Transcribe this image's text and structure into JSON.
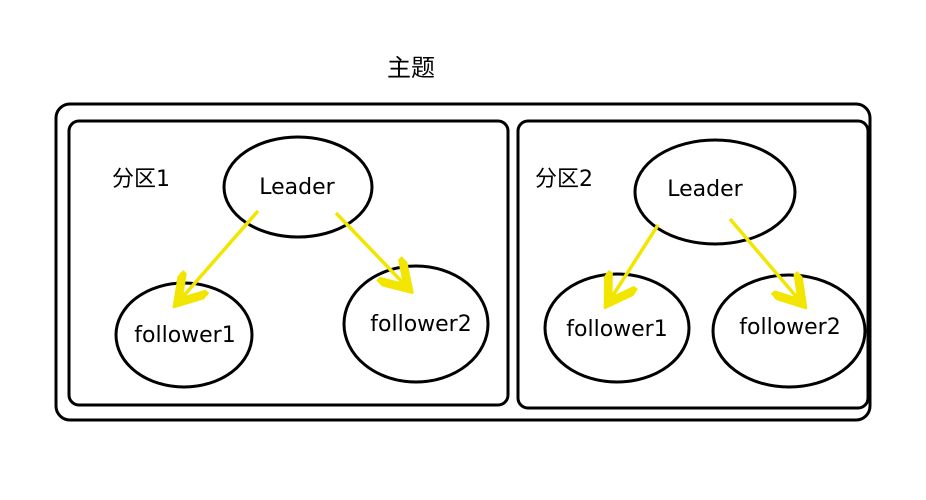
{
  "title": "主题",
  "colors": {
    "stroke": "#000000",
    "arrow": "#f2e600",
    "background": "#ffffff"
  },
  "partitions": [
    {
      "label": "分区1",
      "leader": "Leader",
      "followers": [
        "follower1",
        "follower2"
      ]
    },
    {
      "label": "分区2",
      "leader": "Leader",
      "followers": [
        "follower1",
        "follower2"
      ]
    }
  ]
}
